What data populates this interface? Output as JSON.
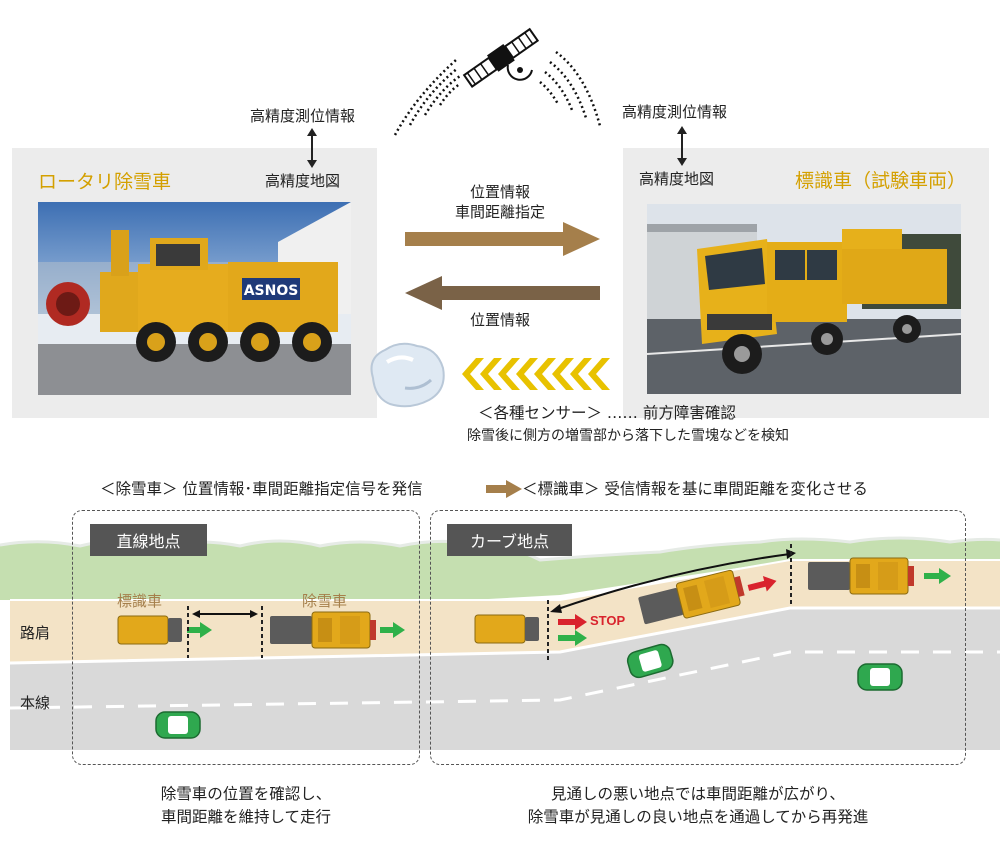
{
  "top": {
    "left_title": "ロータリ除雪車",
    "right_title": "標識車（試験車両）",
    "left_hd_info": "高精度測位情報",
    "left_hd_map": "高精度地図",
    "right_hd_info": "高精度測位情報",
    "right_hd_map": "高精度地図",
    "arrow_right_line1": "位置情報",
    "arrow_right_line2": "車間距離指定",
    "arrow_left_label": "位置情報",
    "sensor_line1": "＜各種センサー＞ …… 前方障害確認",
    "sensor_line2": "除雪後に側方の増雪部から落下した雪塊などを検知",
    "asnos_logo": "ASNOS"
  },
  "middle": {
    "left_text": "＜除雪車＞ 位置情報･車間距離指定信号を発信",
    "right_text": "＜標識車＞ 受信情報を基に車間距離を変化させる"
  },
  "diagram": {
    "straight_tag": "直線地点",
    "curve_tag": "カーブ地点",
    "label_shoulder": "路肩",
    "label_mainline": "本線",
    "sign_car_label": "標識車",
    "plow_label": "除雪車",
    "stop_label": "STOP"
  },
  "captions": {
    "left_line1": "除雪車の位置を確認し、",
    "left_line2": "車間距離を維持して走行",
    "right_line1": "見通しの悪い地点では車間距離が広がり、",
    "right_line2": "除雪車が見通しの良い地点を通過してから再発進"
  },
  "colors": {
    "accent_yellow": "#d4a000",
    "arrow_brown_light": "#a57f4b",
    "arrow_brown_dark": "#7a6247",
    "chevron_yellow": "#e8c200",
    "green_arrow": "#2fb14a",
    "red_arrow": "#d9232d",
    "shoulder_tan": "#f3e3c6",
    "road_gray": "#d9d9d9",
    "grass_green": "#c5dfb0"
  }
}
